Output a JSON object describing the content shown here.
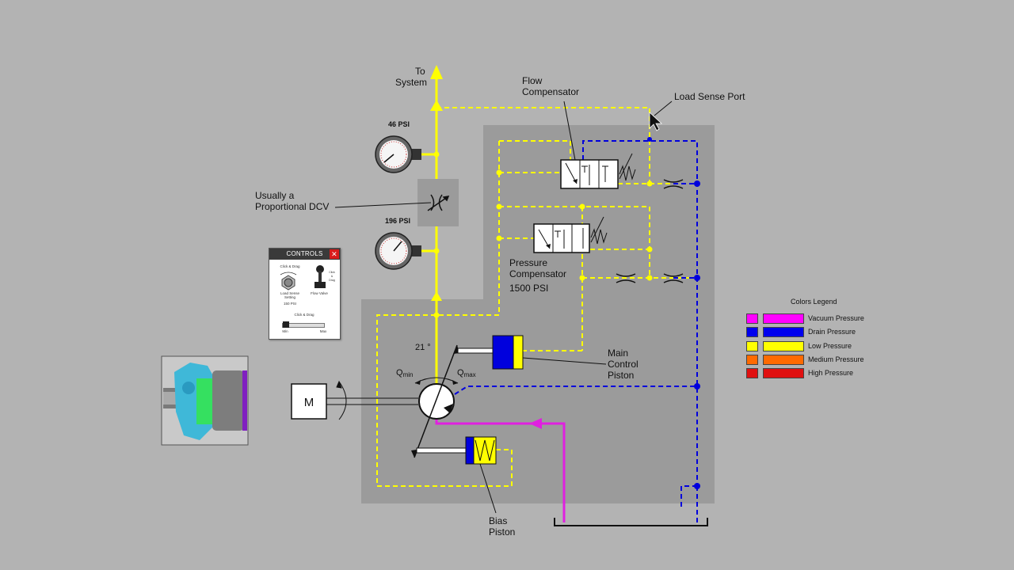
{
  "labels": {
    "to_system_1": "To",
    "to_system_2": "System",
    "flow_comp_1": "Flow",
    "flow_comp_2": "Compensator",
    "load_sense": "Load Sense Port",
    "gauge1_psi": "46 PSI",
    "gauge2_psi": "196 PSI",
    "dcv_1": "Usually a",
    "dcv_2": "Proportional DCV",
    "press_comp_1": "Pressure",
    "press_comp_2": "Compensator",
    "press_comp_3": "1500 PSI",
    "angle": "21 °",
    "qmin": "Q",
    "qmin_sub": "min",
    "qmax": "Q",
    "qmax_sub": "max",
    "main_piston_1": "Main",
    "main_piston_2": "Control",
    "main_piston_3": "Piston",
    "bias_piston_1": "Bias",
    "bias_piston_2": "Piston",
    "motor": "M"
  },
  "controls": {
    "title": "CONTROLS",
    "close": "✕",
    "click_drag_1": "Click & Drag",
    "load_sense_setting_1": "Load Sense",
    "load_sense_setting_2": "Setting",
    "load_sense_value": "150 PSI",
    "flow_valve": "Flow Valve",
    "click_drag_side": "Click & Drag",
    "click_drag_2": "Click & Drag",
    "min": "Min",
    "max": "Max"
  },
  "legend": {
    "title": "Colors Legend",
    "items": [
      {
        "label": "Vacuum Pressure",
        "color": "#ff00ff"
      },
      {
        "label": "Drain Pressure",
        "color": "#0000ee"
      },
      {
        "label": "Low Pressure",
        "color": "#ffff00"
      },
      {
        "label": "Medium Pressure",
        "color": "#ff6a00"
      },
      {
        "label": "High Pressure",
        "color": "#e01010"
      }
    ]
  },
  "colors": {
    "yellow": "#ffff00",
    "blue": "#0000dd",
    "magenta": "#e020e0",
    "panel": "#9a9a9a"
  }
}
